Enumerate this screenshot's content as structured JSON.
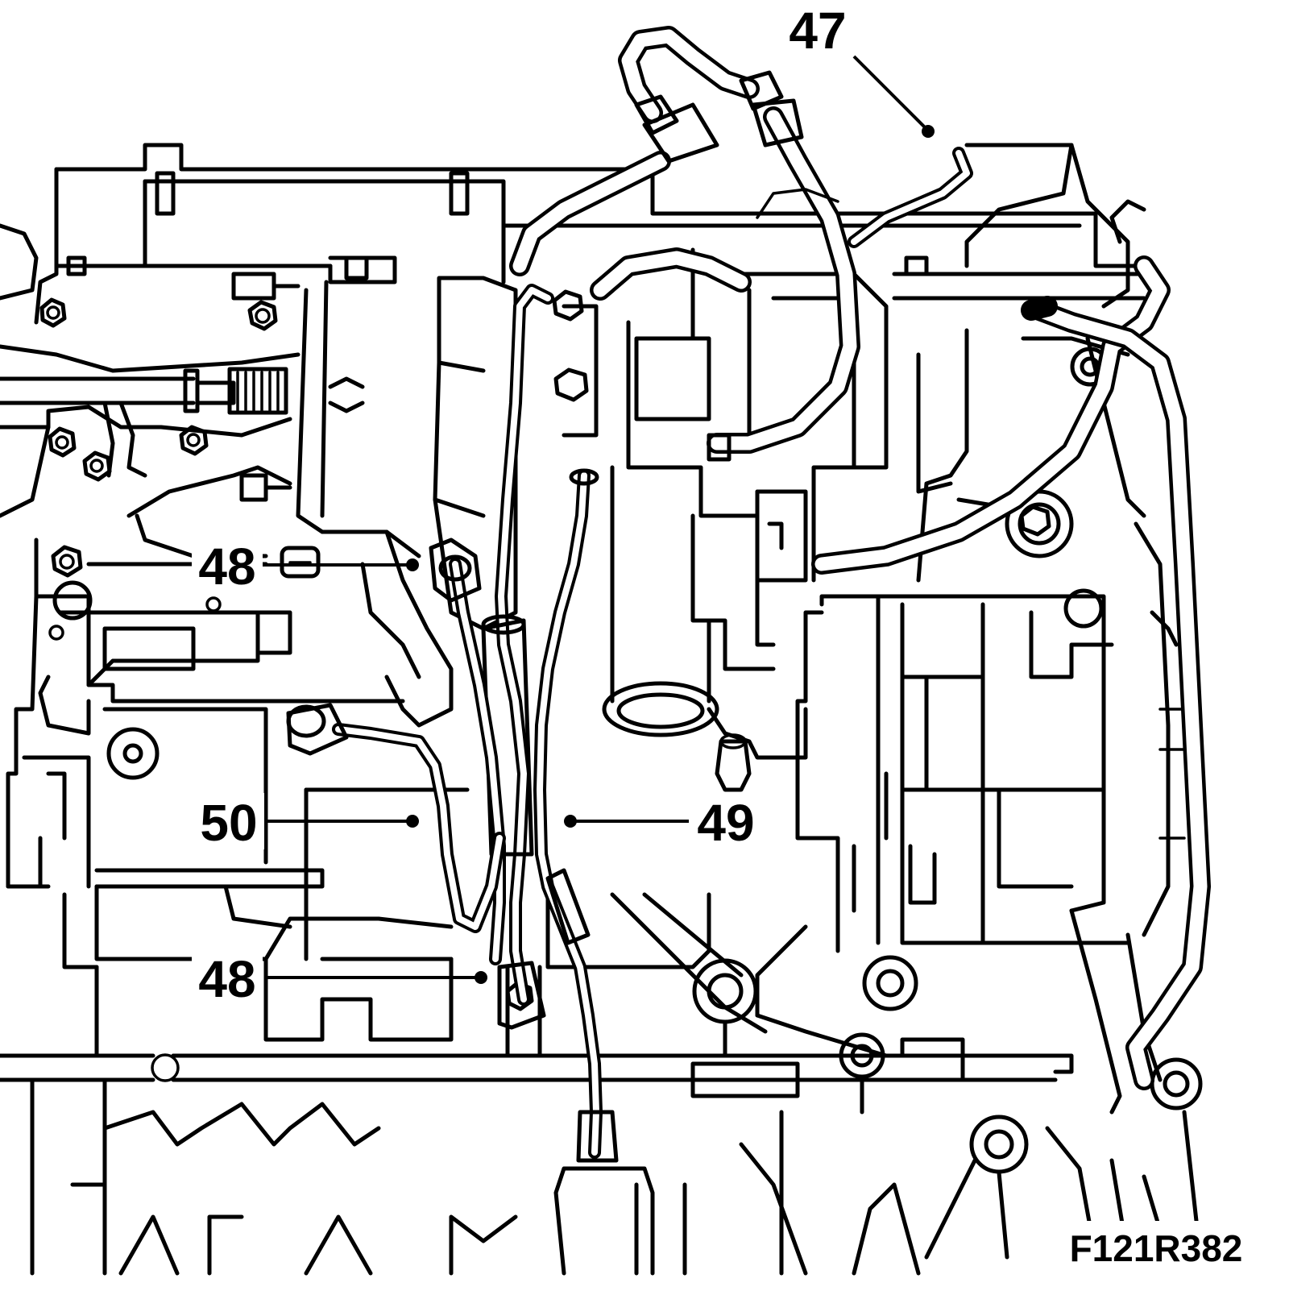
{
  "diagram": {
    "callouts": [
      {
        "id": "47",
        "label": "47"
      },
      {
        "id": "48a",
        "label": "48"
      },
      {
        "id": "50",
        "label": "50"
      },
      {
        "id": "49",
        "label": "49"
      },
      {
        "id": "48b",
        "label": "48"
      }
    ],
    "figure_ref": "F121R382"
  }
}
